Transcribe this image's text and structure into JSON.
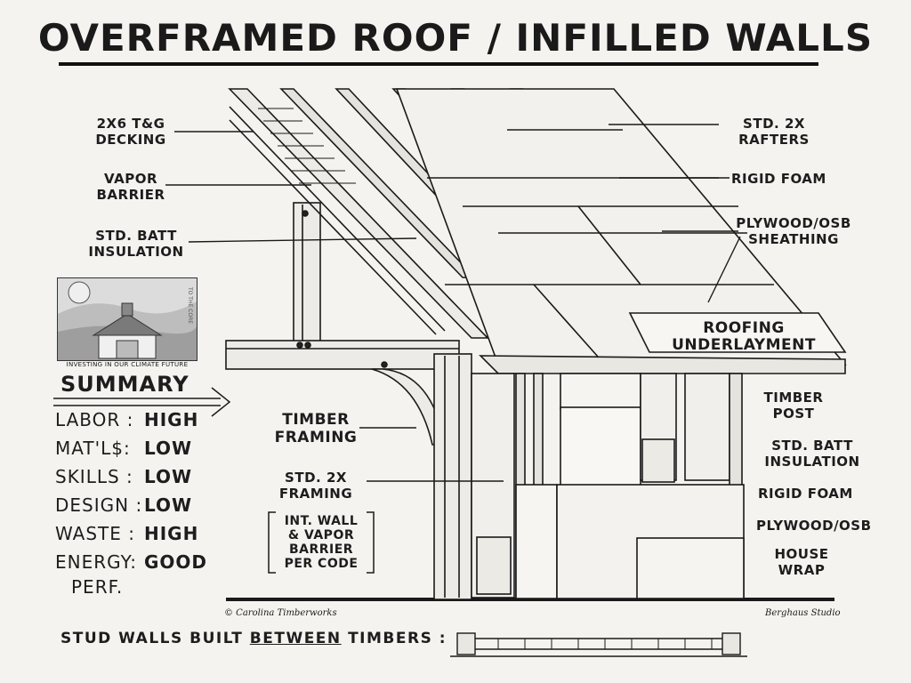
{
  "title": "OVERFRAMED ROOF / INFILLED WALLS",
  "labels": {
    "decking": [
      "2x6 T&G",
      "DECKING"
    ],
    "vapor_barrier": [
      "VAPOR",
      "BARRIER"
    ],
    "batt_roof": [
      "STD. BATT",
      "INSULATION"
    ],
    "rafters": [
      "STD. 2x",
      "RAFTERS"
    ],
    "rigid_foam_roof": "RIGID FOAM",
    "sheathing": [
      "PLYWOOD/OSB",
      "SHEATHING"
    ],
    "underlayment": [
      "ROOFING",
      "UNDERLAYMENT"
    ],
    "timber_framing": [
      "TIMBER",
      "FRAMING"
    ],
    "std_framing": [
      "STD. 2x",
      "FRAMING"
    ],
    "code_note": [
      "INT. WALL",
      "& VAPOR",
      "BARRIER",
      "PER CODE"
    ],
    "timber_post": [
      "TIMBER",
      "POST"
    ],
    "batt_wall": [
      "STD. BATT",
      "INSULATION"
    ],
    "rigid_foam_wall": "RIGID FOAM",
    "plywood_wall": "PLYWOOD/OSB",
    "house_wrap": [
      "HOUSE",
      "WRAP"
    ]
  },
  "logo": {
    "tagline": "INVESTING IN OUR CLIMATE FUTURE",
    "side_text": "TO THE CORE"
  },
  "summary": {
    "title": "SUMMARY",
    "rows": [
      {
        "key": "LABOR :",
        "value": "HIGH"
      },
      {
        "key": "MAT'L$:",
        "value": "LOW"
      },
      {
        "key": "SKILLS :",
        "value": "LOW"
      },
      {
        "key": "DESIGN :",
        "value": "LOW"
      },
      {
        "key": "WASTE :",
        "value": "HIGH"
      },
      {
        "key": "ENERGY:",
        "value": "GOOD"
      }
    ],
    "energy_second_line": "PERF."
  },
  "credits": {
    "copyright": "© Carolina Timberworks",
    "studio": "Berghaus Studio"
  },
  "footer": {
    "prefix": "STUD WALLS BUILT",
    "emphasis": "BETWEEN",
    "suffix": "TIMBERS :"
  }
}
